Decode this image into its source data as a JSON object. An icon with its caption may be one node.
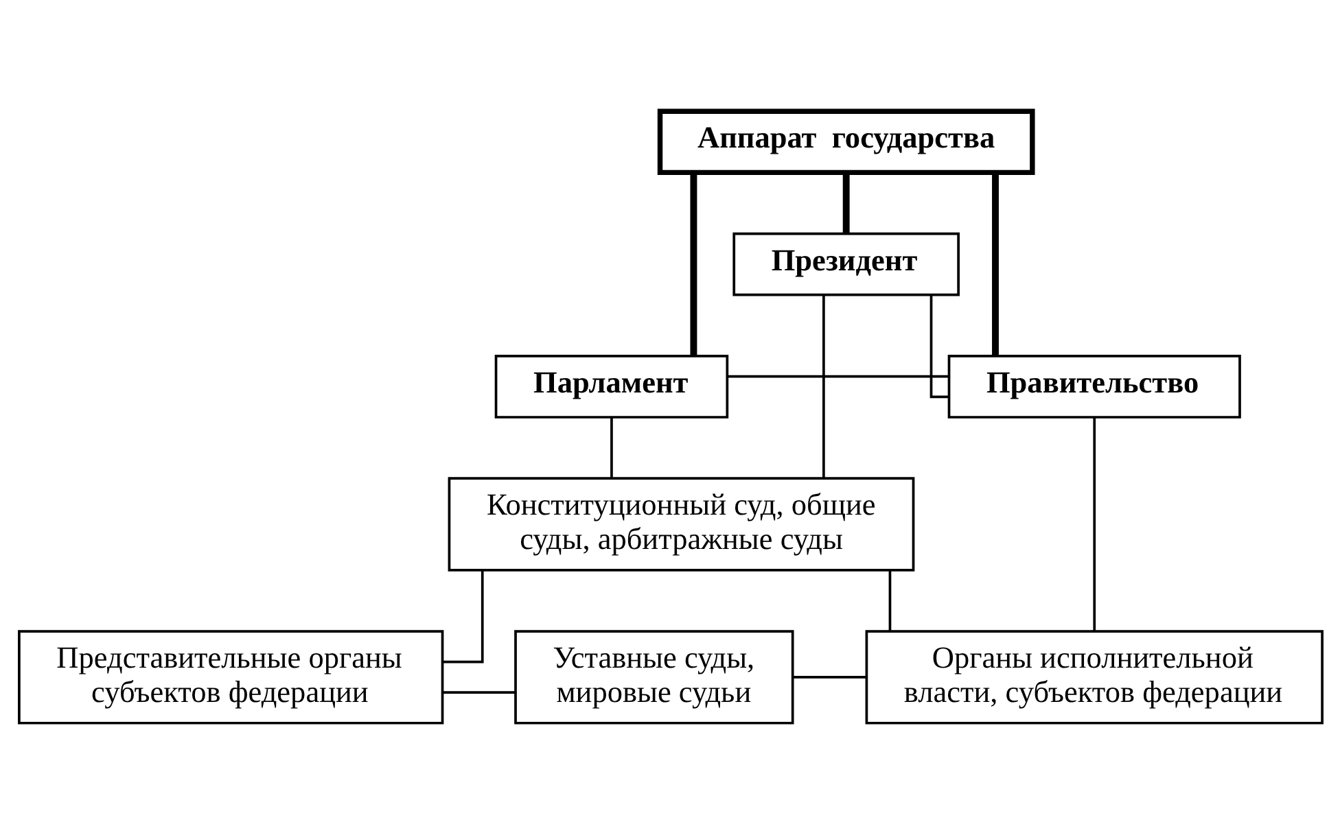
{
  "diagram": {
    "nodes": [
      {
        "text": [
          "Аппарат  государства"
        ]
      },
      {
        "text": [
          "Президент"
        ]
      },
      {
        "text": [
          "Парламент"
        ]
      },
      {
        "text": [
          "Правительство"
        ]
      },
      {
        "text": [
          "Конституционный суд, общие суды, арбитражные суды"
        ]
      },
      {
        "text": [
          "Представительные органы субъектов федерации"
        ]
      },
      {
        "text": [
          "Органы исполнительной власти, субъектов федерации"
        ]
      },
      {
        "text": [
          "Уставные суды, мировые судьи"
        ]
      }
    ],
    "edges": [
      {
        "from": 0,
        "to": 1,
        "arrow": "none",
        "style": "thick"
      },
      {
        "from": 0,
        "to": 2,
        "arrow": "none",
        "style": "thick"
      },
      {
        "from": 0,
        "to": 3,
        "arrow": "none",
        "style": "thick"
      },
      {
        "from": 1,
        "to": 3,
        "arrow": "none"
      },
      {
        "from": 2,
        "to": 3,
        "arrow": "none"
      },
      {
        "from": 1,
        "to": 4,
        "arrow": "none"
      },
      {
        "from": 2,
        "to": 4,
        "arrow": "none"
      },
      {
        "from": 4,
        "to": 5,
        "arrow": "none"
      },
      {
        "from": 4,
        "to": 6,
        "arrow": "none"
      },
      {
        "from": 3,
        "to": 6,
        "arrow": "none"
      },
      {
        "from": 5,
        "to": 7,
        "arrow": "none"
      },
      {
        "from": 7,
        "to": 6,
        "arrow": "none"
      }
    ]
  }
}
